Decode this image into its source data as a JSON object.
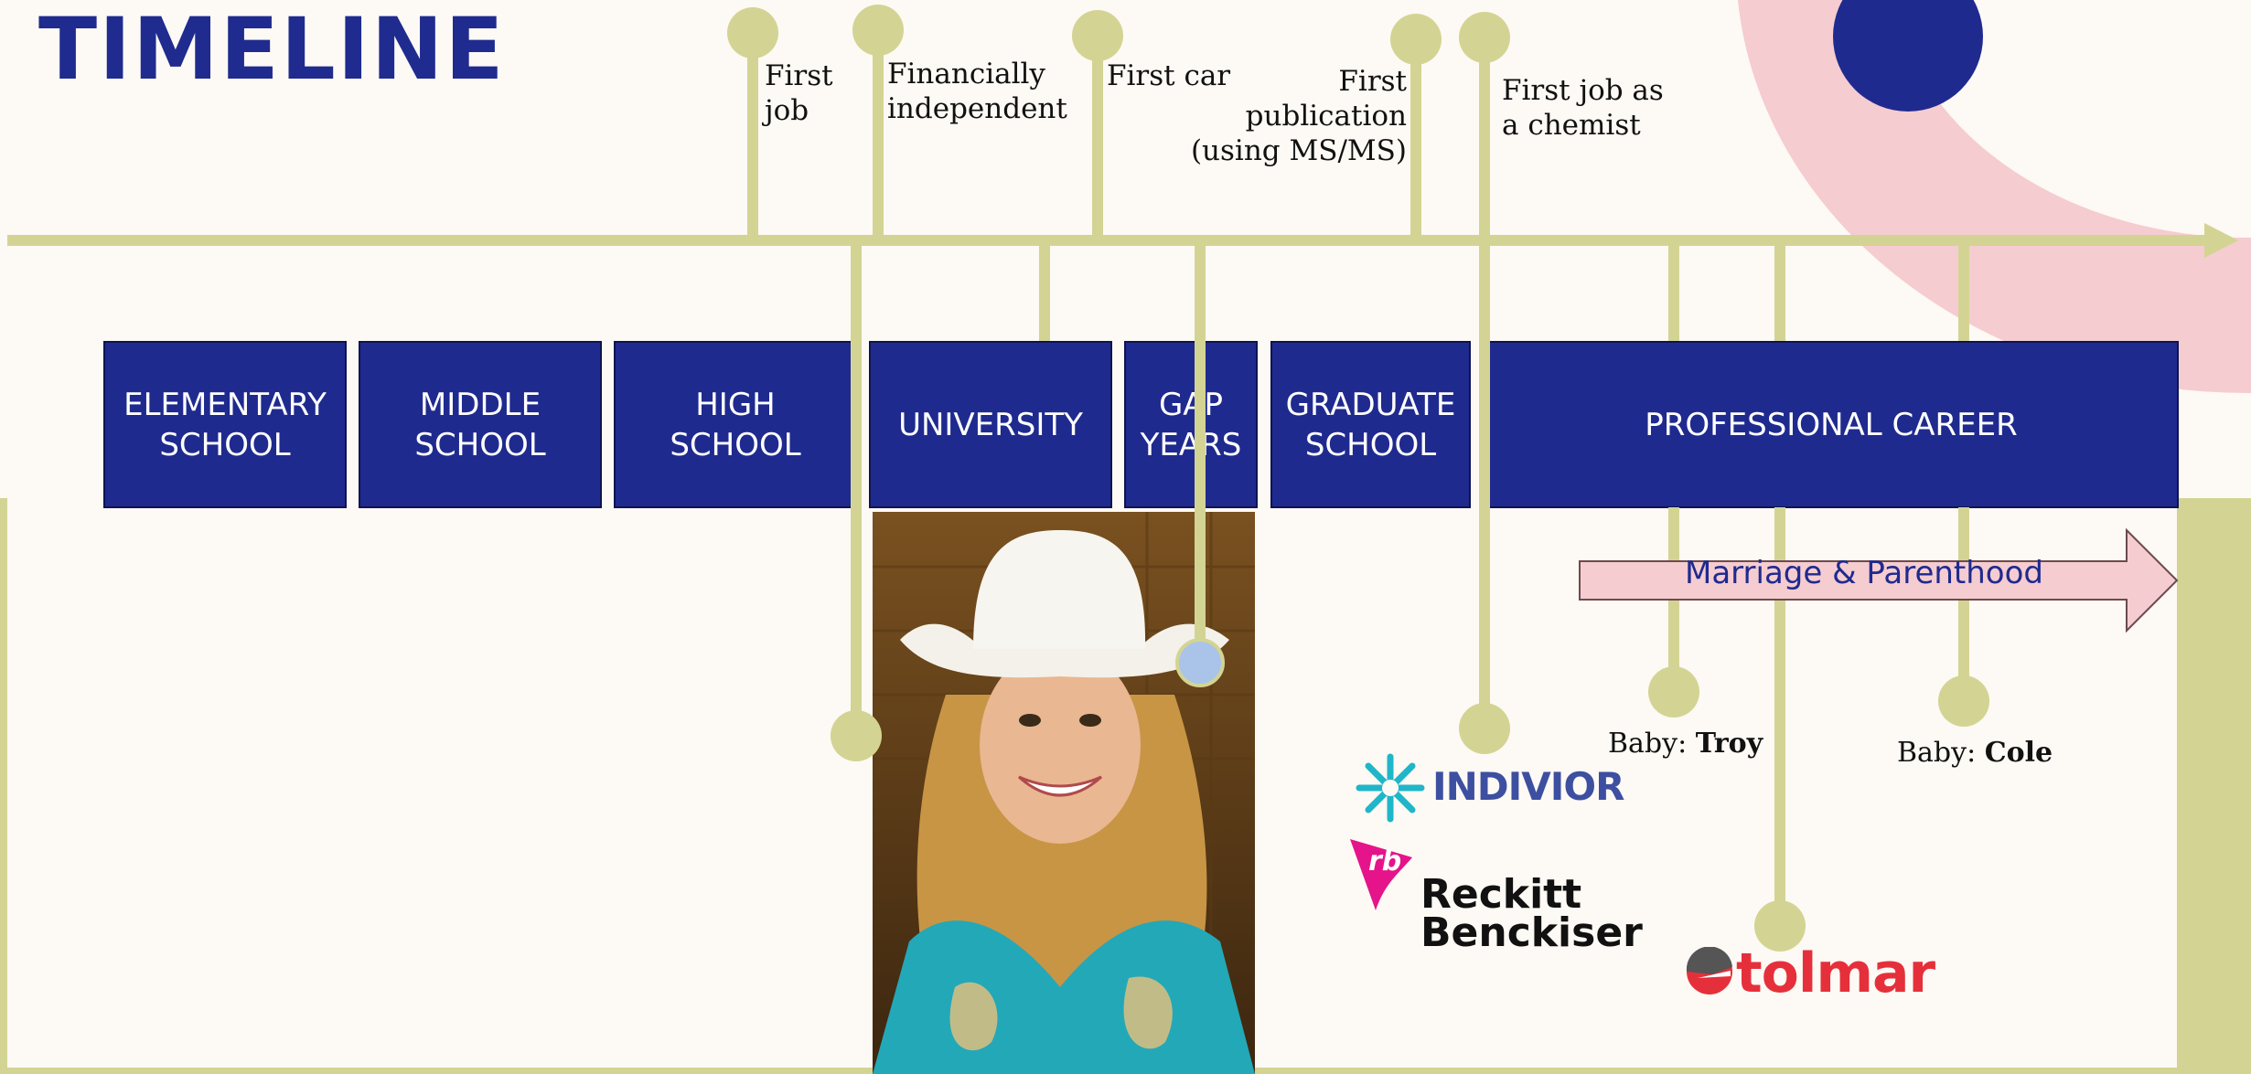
{
  "title": "TIMELINE",
  "stages": [
    {
      "label": "ELEMENTARY\nSCHOOL"
    },
    {
      "label": "MIDDLE\nSCHOOL"
    },
    {
      "label": "HIGH\nSCHOOL"
    },
    {
      "label": "UNIVERSITY"
    },
    {
      "label": "GAP\nYEARS"
    },
    {
      "label": "GRADUATE\nSCHOOL"
    },
    {
      "label": "PROFESSIONAL CAREER"
    }
  ],
  "milestones": [
    {
      "label": "First\njob"
    },
    {
      "label": "Financially\nindependent"
    },
    {
      "label": "First car"
    },
    {
      "label": "First\npublication\n(using MS/MS)"
    },
    {
      "label": "First job as\na chemist"
    }
  ],
  "span_arrow": {
    "label": "Marriage & Parenthood"
  },
  "babies": [
    {
      "prefix": "Baby: ",
      "name": "Troy"
    },
    {
      "prefix": "Baby: ",
      "name": "Cole"
    }
  ],
  "logos": {
    "indivior": "INDIVIOR",
    "reckitt_line1": "Reckitt",
    "reckitt_line2": "Benckiser",
    "reckitt_mark": "rb",
    "tolmar": "tolmar"
  },
  "colors": {
    "navy": "#1f2a8f",
    "sage": "#d3d493",
    "pink": "#f5ccd0",
    "background": "#fdf9f4",
    "photo_marker": "#a9c4e8"
  }
}
